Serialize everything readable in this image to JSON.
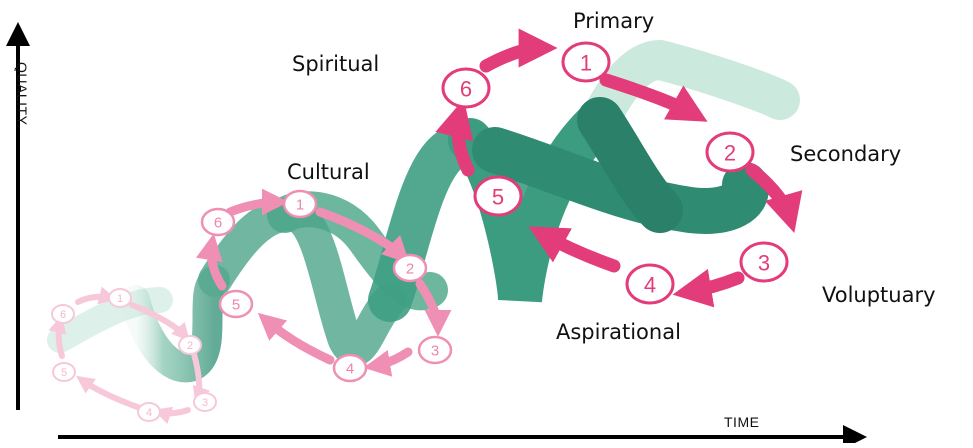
{
  "axes": {
    "y_label": "QUALITY",
    "x_label": "TIME"
  },
  "stage_labels": {
    "primary": "Primary",
    "secondary": "Secondary",
    "voluptuary": "Voluptuary",
    "aspirational": "Aspirational",
    "spiritual": "Spiritual",
    "cultural": "Cultural"
  },
  "cycle_numbers": [
    "1",
    "2",
    "3",
    "4",
    "5",
    "6"
  ],
  "colors": {
    "arrow_strong": "#e23d7a",
    "arrow_medium": "#ef8fb3",
    "arrow_faint": "#f6c8da",
    "ribbon": "#3e9e82",
    "ribbon_light": "#9ad2bf"
  }
}
